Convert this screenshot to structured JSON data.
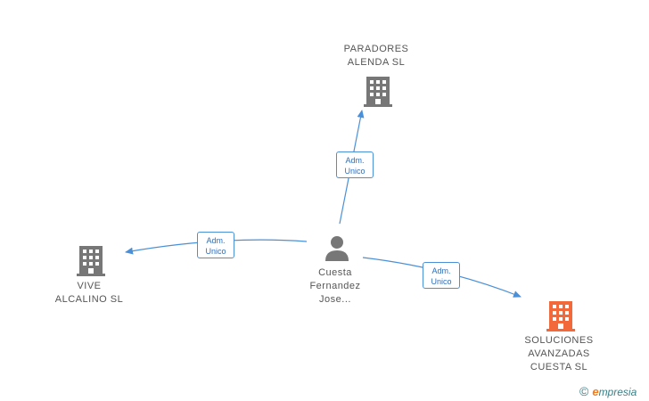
{
  "colors": {
    "edge": "#4a90d9",
    "building": "#777777",
    "building_highlight": "#f26a3c",
    "person": "#777777"
  },
  "nodes": {
    "center": {
      "label": "Cuesta\nFernandez\nJose...",
      "icon": "person-icon"
    },
    "top": {
      "label": "PARADORES\nALENDA  SL",
      "icon": "building-icon"
    },
    "left": {
      "label": "VIVE\nALCALINO  SL",
      "icon": "building-icon"
    },
    "bottom_right": {
      "label": "SOLUCIONES\nAVANZADAS\nCUESTA  SL",
      "icon": "building-icon"
    }
  },
  "edges": {
    "top": {
      "label": "Adm.\nUnico"
    },
    "left": {
      "label": "Adm.\nUnico"
    },
    "bottom_right": {
      "label": "Adm.\nUnico"
    }
  },
  "brand": {
    "copyright": "©",
    "e": "e",
    "rest": "mpresia"
  }
}
